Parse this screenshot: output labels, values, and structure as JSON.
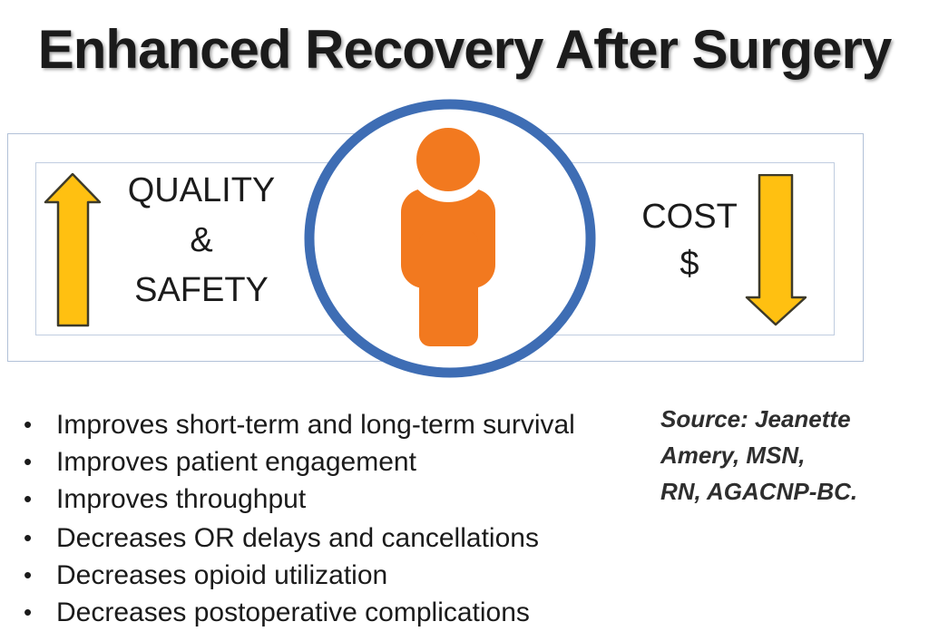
{
  "title": "Enhanced Recovery After Surgery",
  "diagram": {
    "left_box": {
      "arrow_direction": "up",
      "lines": [
        "QUALITY",
        "&",
        "SAFETY"
      ]
    },
    "right_box": {
      "arrow_direction": "down",
      "lines": [
        "COST",
        "$"
      ]
    },
    "center_icon": "person-in-circle"
  },
  "bullets": {
    "glyph": "•",
    "improves": [
      "Improves short-term and long-term survival",
      "Improves patient engagement",
      "Improves throughput"
    ],
    "decreases": [
      "Decreases OR delays and cancellations",
      "Decreases opioid utilization",
      "Decreases postoperative complications"
    ]
  },
  "source": {
    "lines": [
      "Source: Jeanette",
      "Amery, MSN,",
      "RN, AGACNP-BC."
    ]
  },
  "colors": {
    "arrow_fill": "#FFC011",
    "arrow_outline": "#3d3a2a",
    "circle_ring": "#3E6DB4",
    "person_orange": "#F2791F",
    "outer_box_border": "#b2c1d8",
    "inner_box_border": "#c0cde0",
    "text_black": "#1b1b1b",
    "source_gray": "#2e2e2e"
  }
}
